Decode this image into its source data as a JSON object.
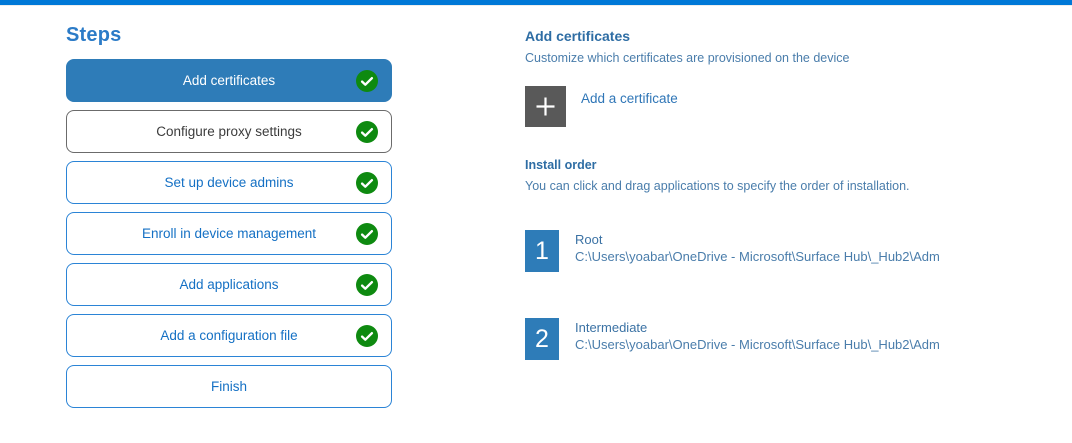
{
  "colors": {
    "top_accent": "#0078d7",
    "active_step_bg": "#2e7cb8",
    "step_border_blue": "#2b84d6",
    "step_text_blue": "#1470c4",
    "hovered_step_border": "#6b6b6b",
    "check_green": "#0e8a10",
    "plus_box_gray": "#595959",
    "order_box_blue": "#2e7cb8",
    "heading_blue": "#2e6da4",
    "body_blue": "#4a7dab"
  },
  "sidebar": {
    "title": "Steps",
    "steps": [
      {
        "label": "Add certificates",
        "state": "active",
        "checked": true
      },
      {
        "label": "Configure proxy settings",
        "state": "hovered",
        "checked": true
      },
      {
        "label": "Set up device admins",
        "state": "normal",
        "checked": true
      },
      {
        "label": "Enroll in device management",
        "state": "normal",
        "checked": true
      },
      {
        "label": "Add applications",
        "state": "normal",
        "checked": true
      },
      {
        "label": "Add a configuration file",
        "state": "normal",
        "checked": true
      },
      {
        "label": "Finish",
        "state": "normal",
        "checked": false
      }
    ]
  },
  "main": {
    "section_title": "Add certificates",
    "section_subtitle": "Customize which certificates are provisioned on the device",
    "add_button": {
      "icon": "plus-icon",
      "label": "Add a certificate"
    },
    "install_order": {
      "title": "Install order",
      "subtitle": "You can click and drag applications to specify the order of installation.",
      "items": [
        {
          "order": "1",
          "name": "Root",
          "path": "C:\\Users\\yoabar\\OneDrive - Microsoft\\Surface Hub\\_Hub2\\Adm"
        },
        {
          "order": "2",
          "name": "Intermediate",
          "path": "C:\\Users\\yoabar\\OneDrive - Microsoft\\Surface Hub\\_Hub2\\Adm"
        }
      ]
    }
  }
}
